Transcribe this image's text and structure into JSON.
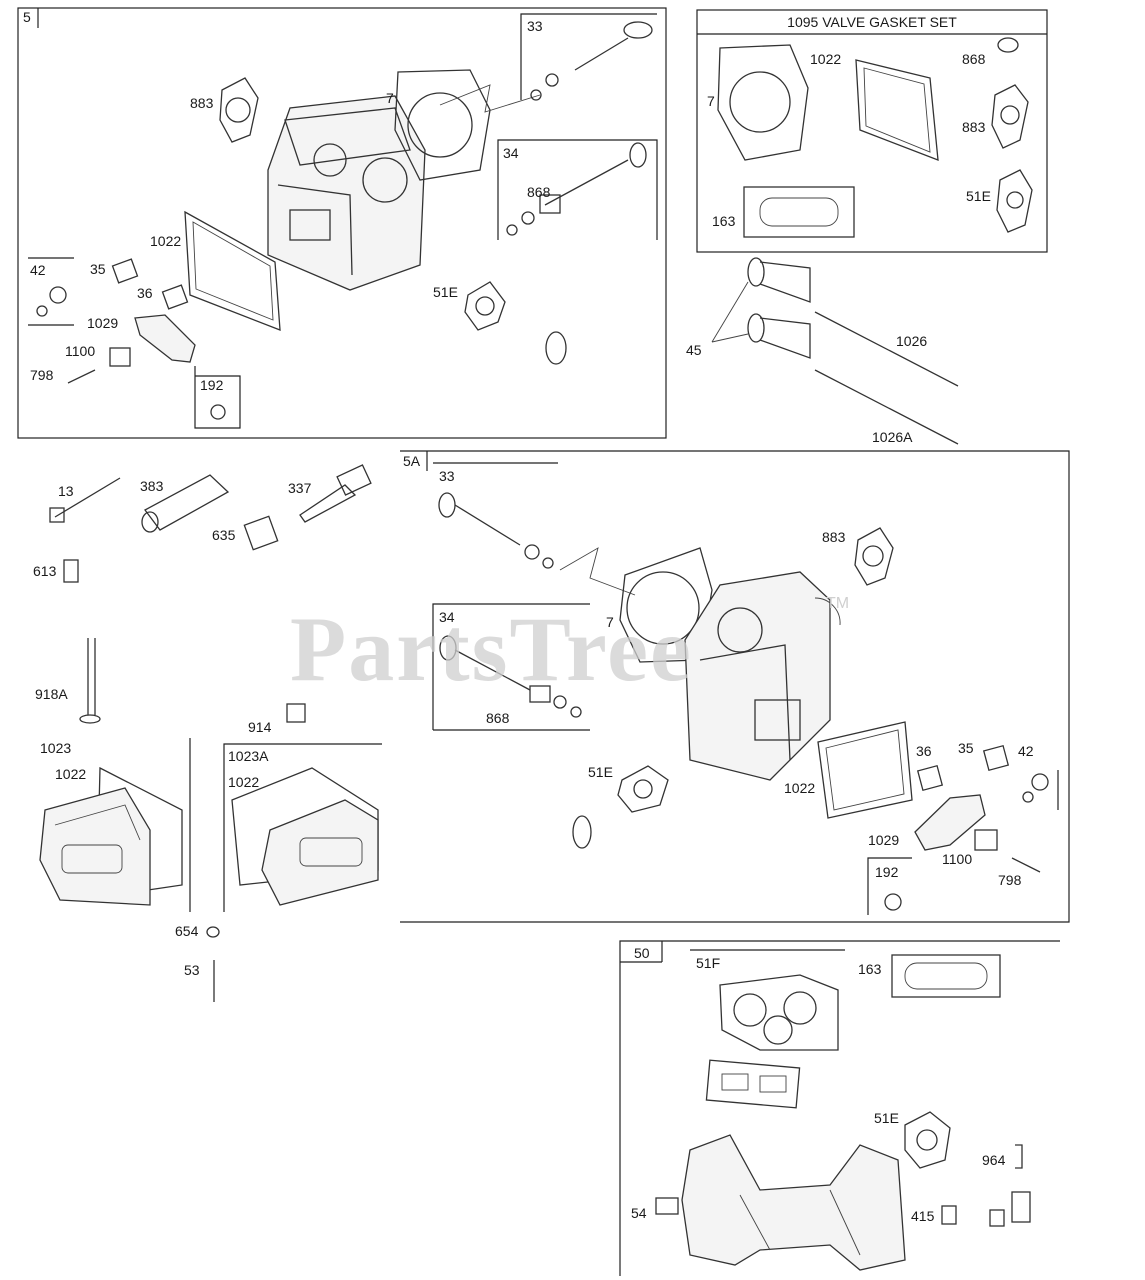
{
  "watermark": {
    "text": "PartsTree",
    "trademark": "TM"
  },
  "kit_title": "1095 VALVE GASKET SET",
  "groups": [
    "5",
    "5A",
    "50"
  ],
  "callouts": {
    "g5": [
      "883",
      "7",
      "33",
      "34",
      "868",
      "1022",
      "42",
      "35",
      "36",
      "1029",
      "1100",
      "798",
      "192",
      "51E"
    ],
    "kit": [
      "1022",
      "868",
      "7",
      "883",
      "51E",
      "163"
    ],
    "side": [
      "45",
      "1026",
      "1026A"
    ],
    "left": [
      "13",
      "383",
      "337",
      "635",
      "613",
      "918A",
      "914",
      "1023",
      "1022",
      "1023A",
      "1022",
      "654",
      "53"
    ],
    "g5a": [
      "33",
      "883",
      "7",
      "34",
      "868",
      "51E",
      "36",
      "35",
      "42",
      "1022",
      "1029",
      "1100",
      "798",
      "192"
    ],
    "g50": [
      "51F",
      "163",
      "51E",
      "964",
      "54",
      "415"
    ]
  }
}
